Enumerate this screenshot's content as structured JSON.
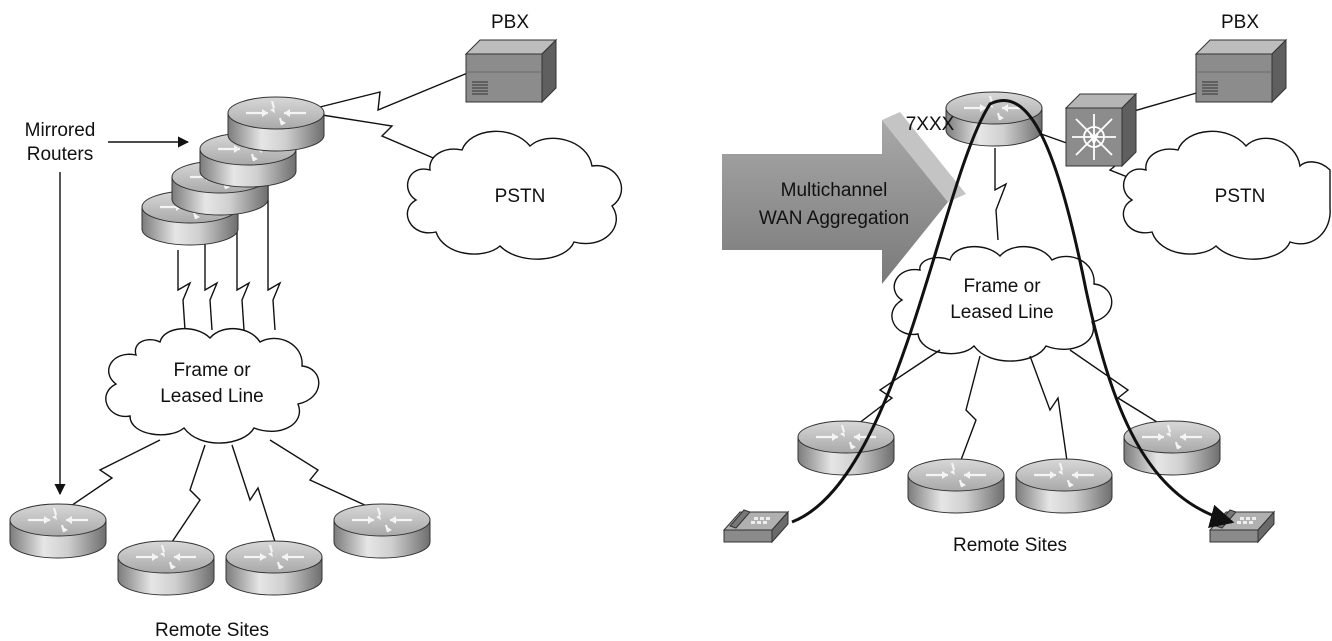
{
  "left": {
    "pbx_label": "PBX",
    "pstn_label": "PSTN",
    "mirrored_label_line1": "Mirrored",
    "mirrored_label_line2": "Routers",
    "cloud_label_line1": "Frame or",
    "cloud_label_line2": "Leased Line",
    "remote_sites_label": "Remote Sites"
  },
  "arrow_banner": {
    "line1": "Multichannel",
    "line2": "WAN Aggregation"
  },
  "right": {
    "router_label": "7XXX",
    "pbx_label": "PBX",
    "pstn_label": "PSTN",
    "cloud_label_line1": "Frame or",
    "cloud_label_line2": "Leased Line",
    "remote_sites_label": "Remote Sites"
  },
  "icons": [
    "router-icon",
    "pbx-icon",
    "cloud-icon",
    "voice-switch-icon",
    "telephone-icon"
  ],
  "colors": {
    "router_top": "#c8c8c8",
    "router_side": "#8e8e8e",
    "arrow_fill": "#8a8a8a",
    "pbx_body": "#8a8a8a",
    "line": "#111111"
  }
}
